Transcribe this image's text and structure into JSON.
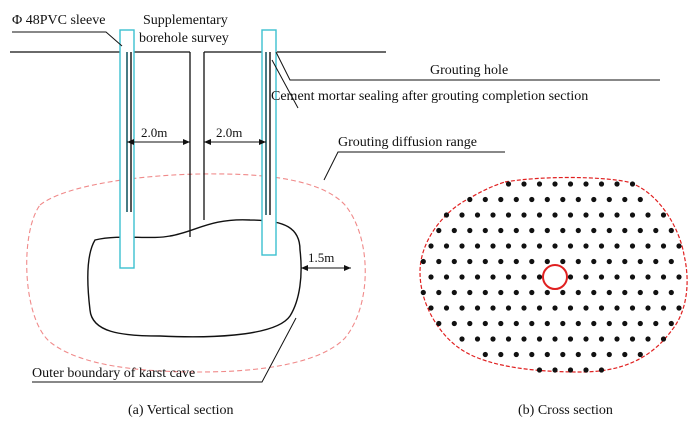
{
  "labels": {
    "pvc_sleeve": "Φ 48PVC sleeve",
    "supplementary_1": "Supplementary",
    "supplementary_2": "borehole survey",
    "grouting_hole": "Grouting hole",
    "cement_sealing": "Cement mortar sealing after grouting completion section",
    "diffusion_range": "Grouting diffusion range",
    "karst_boundary": "Outer boundary of karst cave",
    "spacing_left": "2.0m",
    "spacing_right": "2.0m",
    "diffusion_radius": "1.5m"
  },
  "captions": {
    "vertical": "(a) Vertical section",
    "cross": "(b) Cross section"
  },
  "colors": {
    "line": "#111111",
    "sleeve": "#3cc0cf",
    "dashed_boundary": "#f08a8a",
    "cross_boundary": "#e02020",
    "center_hole": "#e02020",
    "dot": "#111111"
  }
}
